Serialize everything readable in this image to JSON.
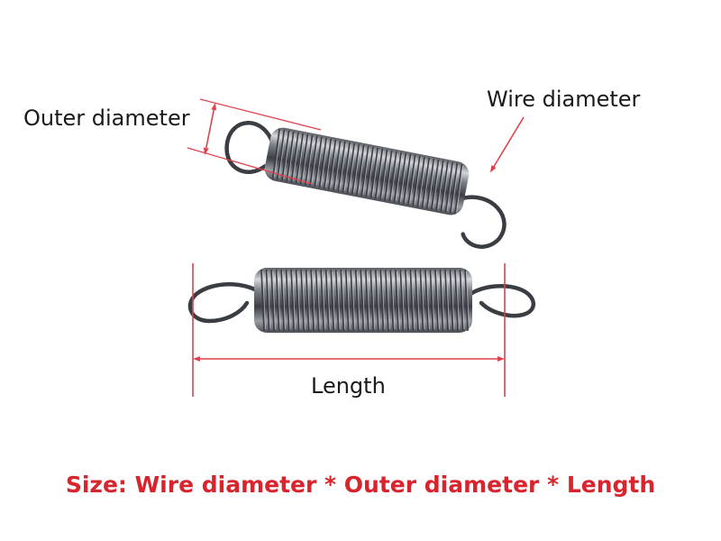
{
  "labels": {
    "outer_diameter": "Outer diameter",
    "wire_diameter": "Wire diameter",
    "length": "Length"
  },
  "caption": "Size: Wire diameter * Outer diameter * Length",
  "colors": {
    "dimension_line": "#e0414b",
    "caption": "#d9232d",
    "spring_dark": "#3a3d42",
    "spring_light": "#c9ccd1"
  },
  "icons": {
    "top_spring": "extension-spring-icon",
    "bottom_spring": "extension-spring-icon"
  }
}
